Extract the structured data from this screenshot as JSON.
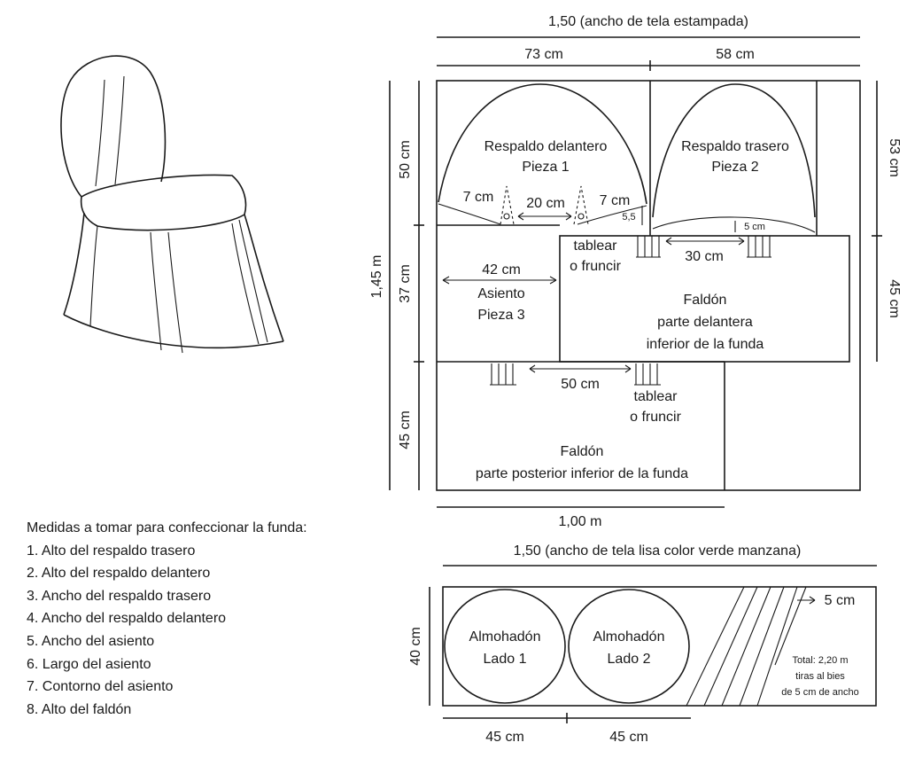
{
  "labels": {
    "printed_width": "1,50 (ancho de tela estampada)",
    "w73": "73 cm",
    "w58": "58 cm",
    "h50": "50 cm",
    "h37": "37 cm",
    "h45_left": "45 cm",
    "h145": "1,45 m",
    "h53": "53 cm",
    "h45_right": "45 cm",
    "front_back_title": "Respaldo delantero",
    "front_back_piece": "Pieza 1",
    "rear_back_title": "Respaldo trasero",
    "rear_back_piece": "Pieza 2",
    "d7a": "7 cm",
    "d20": "20 cm",
    "d7b": "7 cm",
    "d55": "5,5",
    "d5": "5 cm",
    "tablear1": "tablear",
    "fruncir1": "o fruncir",
    "d30": "30 cm",
    "d42": "42 cm",
    "seat_title": "Asiento",
    "seat_piece": "Pieza 3",
    "skirt_front_1": "Faldón",
    "skirt_front_2": "parte delantera",
    "skirt_front_3": "inferior de la funda",
    "d50": "50 cm",
    "tablear2": "tablear",
    "fruncir2": "o fruncir",
    "skirt_back_1": "Faldón",
    "skirt_back_2": "parte posterior inferior de la funda",
    "w100": "1,00 m",
    "plain_width": "1,50 (ancho de tela lisa color verde manzana)",
    "h40": "40 cm",
    "cushion1_a": "Almohadón",
    "cushion1_b": "Lado 1",
    "cushion2_a": "Almohadón",
    "cushion2_b": "Lado 2",
    "strip5": "5 cm",
    "total1": "Total: 2,20 m",
    "total2": "tiras al bies",
    "total3": "de 5 cm de ancho",
    "w45a": "45 cm",
    "w45b": "45 cm"
  },
  "measures": {
    "title": "Medidas a tomar para confeccionar la funda:",
    "items": [
      "1. Alto del respaldo trasero",
      "2. Alto del respaldo delantero",
      "3. Ancho del respaldo trasero",
      "4. Ancho del respaldo delantero",
      "5. Ancho del asiento",
      "6. Largo del asiento",
      "7. Contorno del asiento",
      "8. Alto del faldón"
    ]
  }
}
